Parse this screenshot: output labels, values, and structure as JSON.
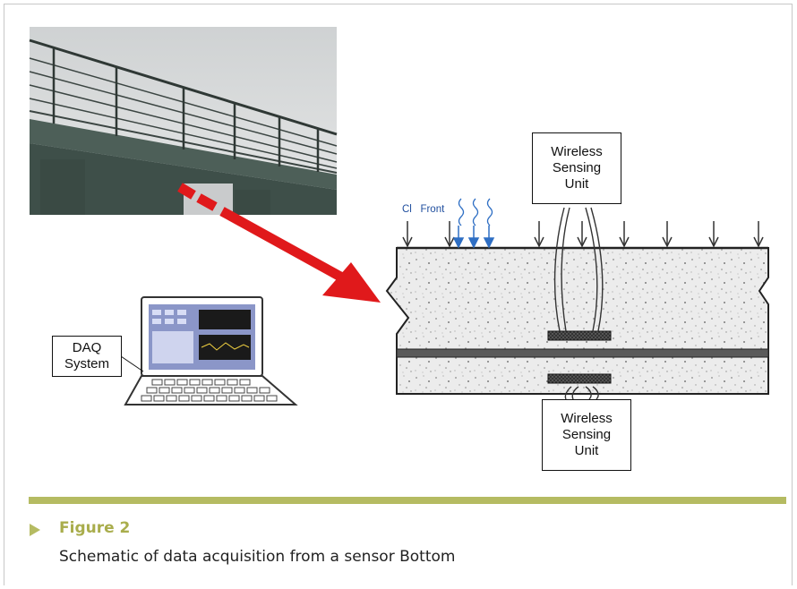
{
  "figure": {
    "title": "Figure 2",
    "caption": "Schematic of data acquisition from a sensor Bottom"
  },
  "labels": {
    "sensor_top": "Wireless\nSensing\nUnit",
    "sensor_bottom": "Wireless\nSensing\nUnit",
    "daq": "DAQ\nSystem",
    "chloride": "Cl   Front"
  },
  "icons": [
    "bridge-photo",
    "arrow-icon",
    "laptop-icon",
    "concrete-deck",
    "rebar",
    "sensor-pad",
    "load-arrow-icon",
    "wave-icon"
  ],
  "colors": {
    "accent_rule": "#b5bb62",
    "figure_title": "#a9ad4c",
    "arrow": "#e0191b",
    "chloride_label": "#1f4e9e",
    "chloride_arrows": "#2f6fc4"
  }
}
